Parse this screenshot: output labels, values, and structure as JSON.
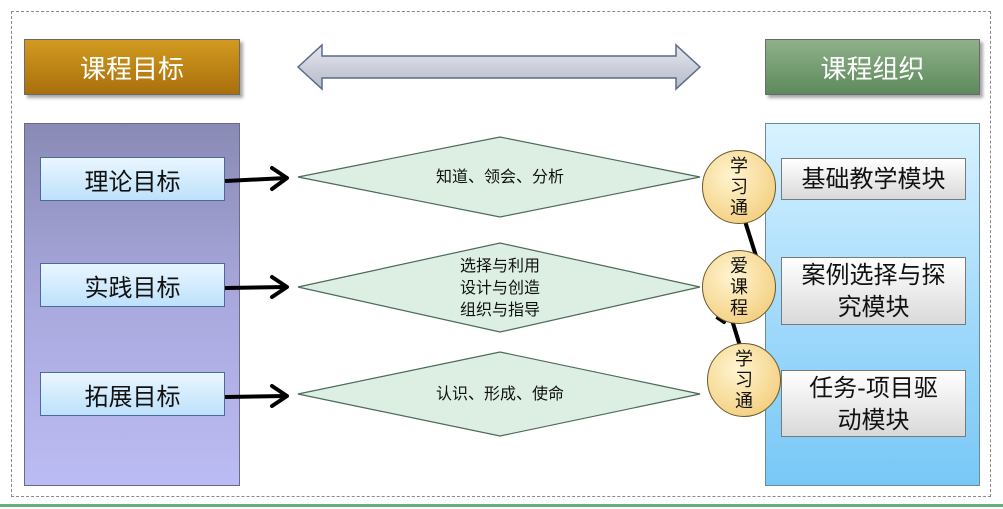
{
  "headers": {
    "left": "课程目标",
    "right": "课程组织"
  },
  "goals": [
    {
      "label": "理论目标"
    },
    {
      "label": "实践目标"
    },
    {
      "label": "拓展目标"
    }
  ],
  "competencies": [
    {
      "lines": [
        "知道、领会、分析"
      ]
    },
    {
      "lines": [
        "选择与利用",
        "设计与创造",
        "组织与指导"
      ]
    },
    {
      "lines": [
        "认识、形成、使命"
      ]
    }
  ],
  "modules": [
    {
      "lines": [
        "基础教学模块"
      ]
    },
    {
      "lines": [
        "案例选择与探",
        "究模块"
      ]
    },
    {
      "lines": [
        "任务-项目驱",
        "动模块"
      ]
    }
  ],
  "platforms": [
    {
      "chars": [
        "学",
        "习",
        "通"
      ]
    },
    {
      "chars": [
        "爱",
        "课",
        "程"
      ]
    },
    {
      "chars": [
        "学",
        "习",
        "通"
      ]
    }
  ],
  "colors": {
    "header_left": "#c08a18",
    "header_right": "#7aa077",
    "diamond_fill": "#dcefe2",
    "double_arrow_fill": "#c8ccd8"
  }
}
